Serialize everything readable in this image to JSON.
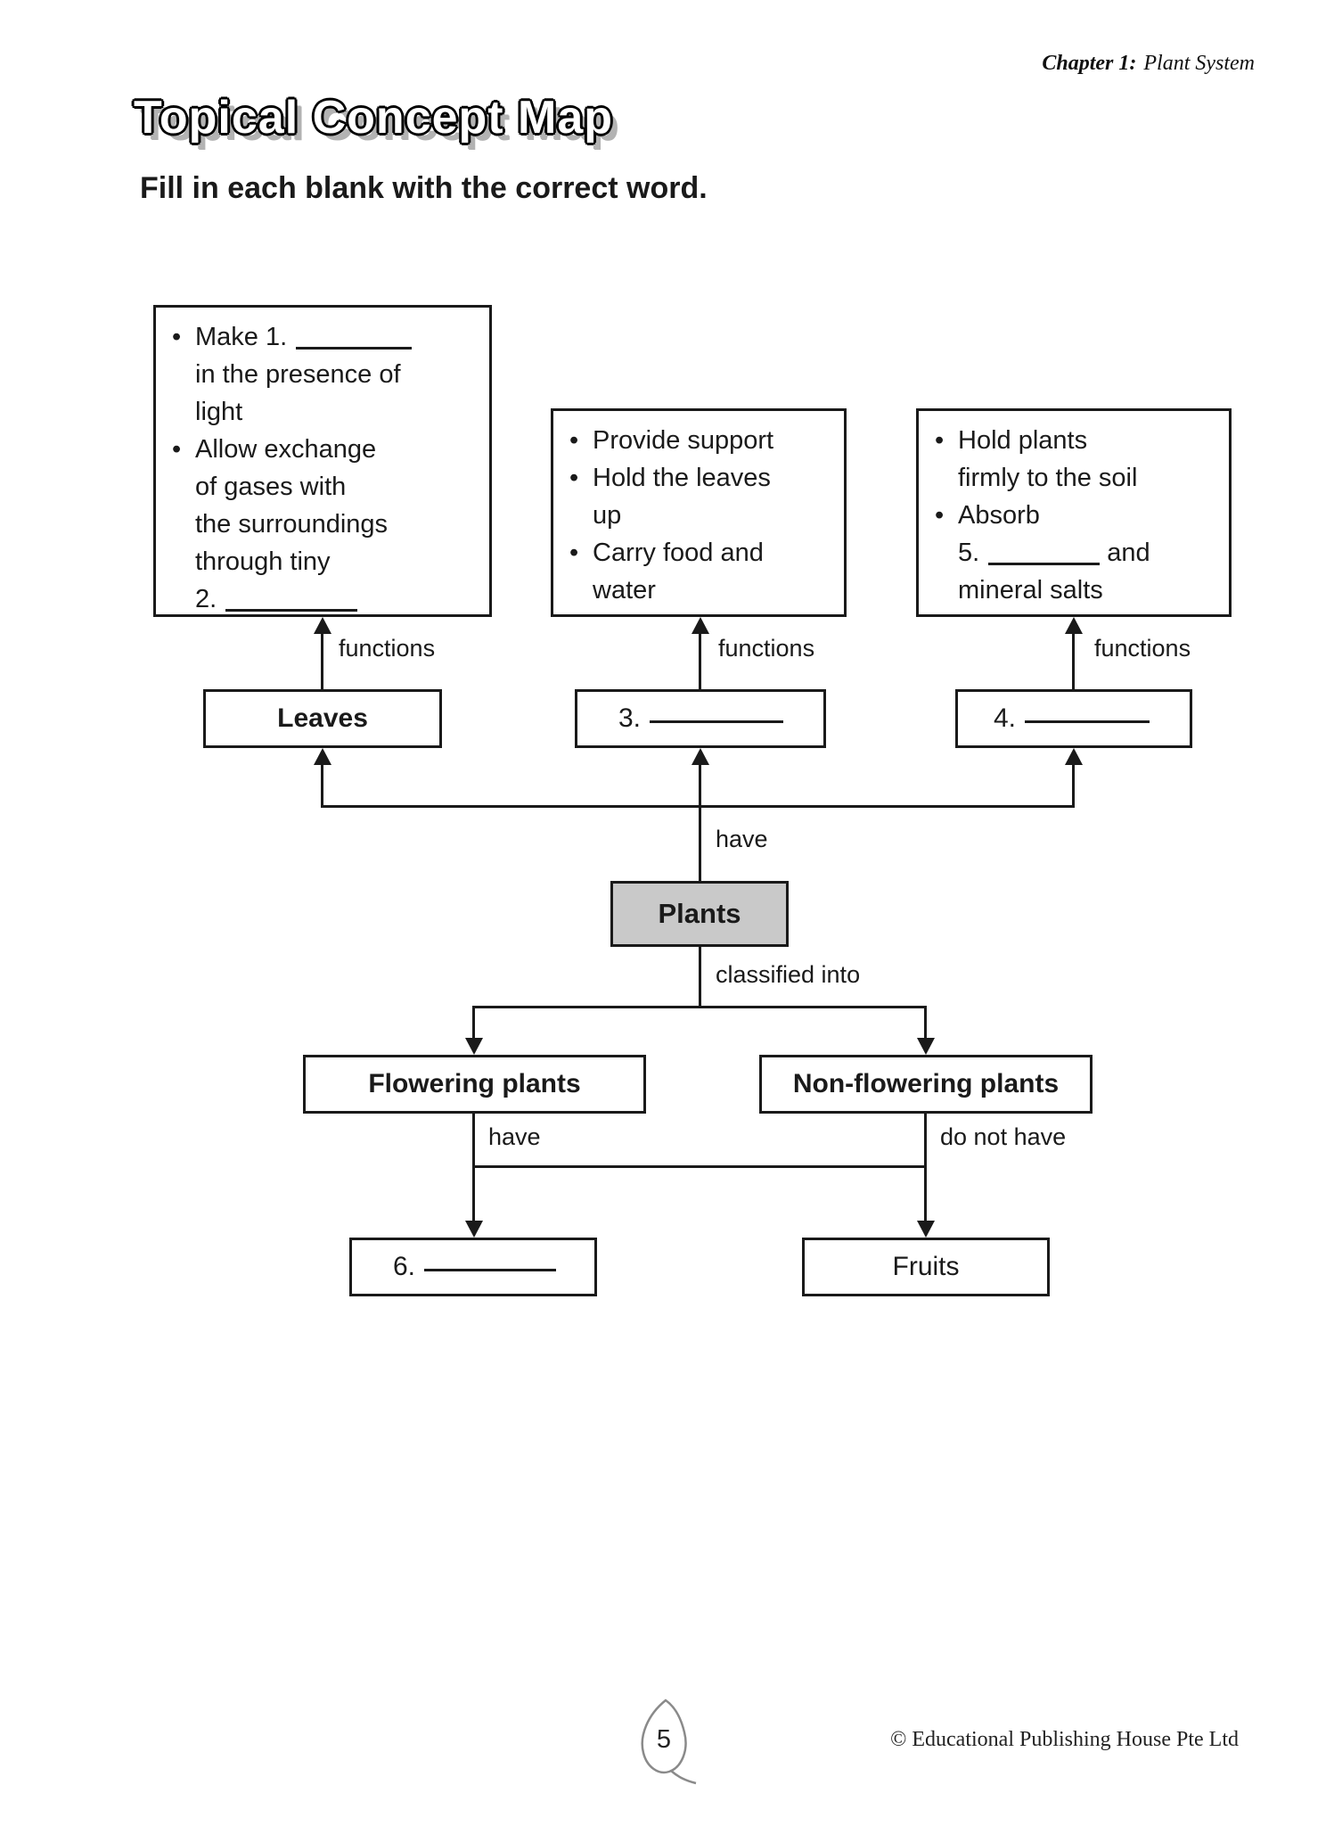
{
  "header": {
    "chapter_label": "Chapter 1:",
    "chapter_name": "Plant System"
  },
  "title": "Topical Concept Map",
  "instruction": "Fill in each blank with the correct word.",
  "map": {
    "leaves_functions": {
      "b1_l1_pre": "Make 1.",
      "b1_l2": "in the presence of",
      "b1_l3": "light",
      "b2_l1": "Allow exchange",
      "b2_l2": "of gases with",
      "b2_l3": "the surroundings",
      "b2_l4": "through tiny",
      "b2_l5_pre": "2."
    },
    "stem_functions": {
      "b1": "Provide support",
      "b2_l1": "Hold the leaves",
      "b2_l2": "up",
      "b3_l1": "Carry food and",
      "b3_l2": "water"
    },
    "root_functions": {
      "b1_l1": "Hold plants",
      "b1_l2": "firmly to the soil",
      "b2_l1": "Absorb",
      "b2_l2_pre": "5.",
      "b2_l2_post": "and",
      "b2_l3": "mineral salts"
    },
    "labels": {
      "functions": "functions",
      "have": "have",
      "classified_into": "classified into",
      "do_not_have": "do not have"
    },
    "nodes": {
      "leaves": "Leaves",
      "blank3_prefix": "3.",
      "blank4_prefix": "4.",
      "plants": "Plants",
      "flowering": "Flowering plants",
      "non_flowering": "Non-flowering plants",
      "blank6_prefix": "6.",
      "fruits": "Fruits"
    }
  },
  "footer": {
    "page_number": "5",
    "copyright": "© Educational Publishing House Pte Ltd"
  }
}
